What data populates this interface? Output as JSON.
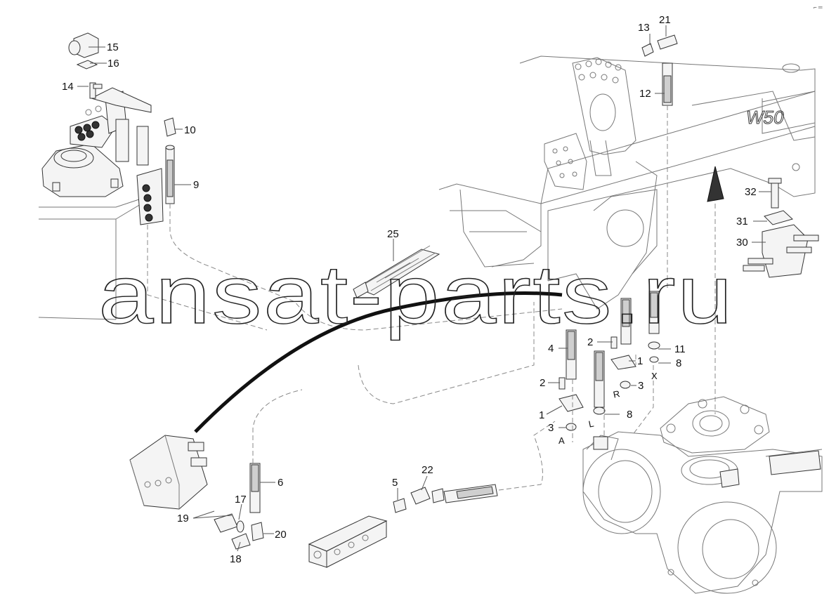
{
  "diagram": {
    "top_right_mark": "⌐ ═",
    "frame_badge": "W50",
    "watermark": "ansat-parts.ru",
    "callouts": [
      {
        "id": "c1a",
        "label": "1"
      },
      {
        "id": "c1b",
        "label": "1"
      },
      {
        "id": "c2a",
        "label": "2"
      },
      {
        "id": "c2b",
        "label": "2"
      },
      {
        "id": "c3a",
        "label": "3"
      },
      {
        "id": "c3b",
        "label": "3"
      },
      {
        "id": "c4",
        "label": "4"
      },
      {
        "id": "c5",
        "label": "5"
      },
      {
        "id": "c6",
        "label": "6"
      },
      {
        "id": "c8a",
        "label": "8"
      },
      {
        "id": "c8b",
        "label": "8"
      },
      {
        "id": "c9",
        "label": "9"
      },
      {
        "id": "c10",
        "label": "10"
      },
      {
        "id": "c11",
        "label": "11"
      },
      {
        "id": "c12",
        "label": "12"
      },
      {
        "id": "c13",
        "label": "13"
      },
      {
        "id": "c14",
        "label": "14"
      },
      {
        "id": "c15",
        "label": "15"
      },
      {
        "id": "c16",
        "label": "16"
      },
      {
        "id": "c17",
        "label": "17"
      },
      {
        "id": "c18",
        "label": "18"
      },
      {
        "id": "c19",
        "label": "19"
      },
      {
        "id": "c20",
        "label": "20"
      },
      {
        "id": "c21",
        "label": "21"
      },
      {
        "id": "c22",
        "label": "22"
      },
      {
        "id": "c25",
        "label": "25"
      },
      {
        "id": "c30",
        "label": "30"
      },
      {
        "id": "c31",
        "label": "31"
      },
      {
        "id": "c32",
        "label": "32"
      }
    ],
    "port_letters": [
      {
        "id": "pA",
        "label": "A"
      },
      {
        "id": "pL",
        "label": "L"
      },
      {
        "id": "pR",
        "label": "R"
      },
      {
        "id": "pX",
        "label": "X"
      }
    ]
  }
}
